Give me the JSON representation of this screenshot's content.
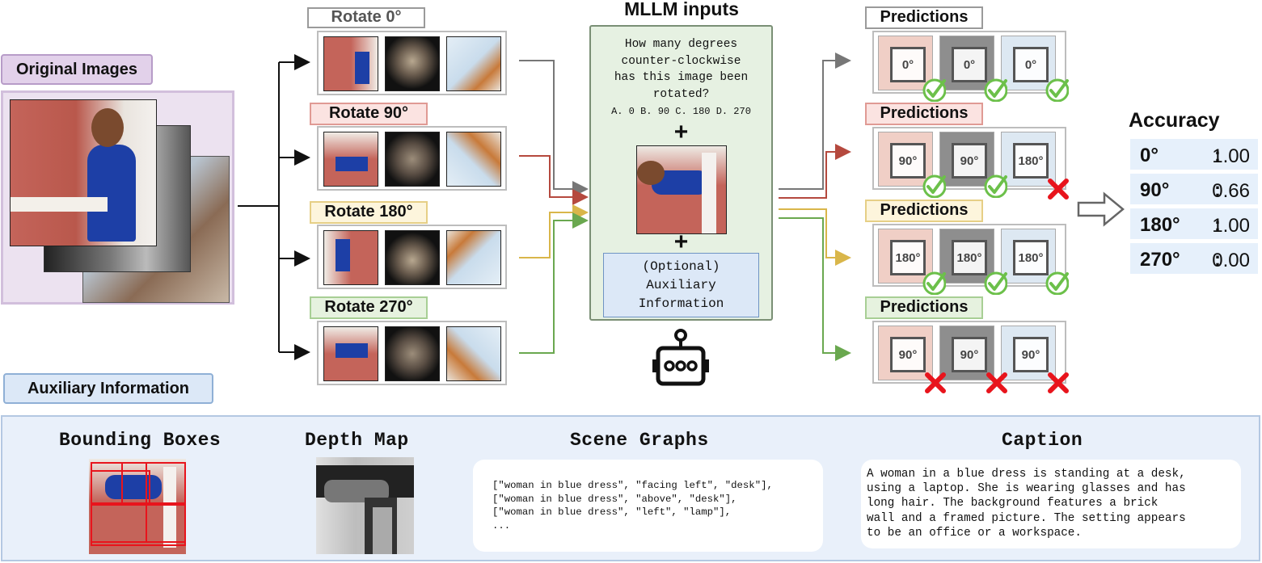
{
  "original_images_label": "Original Images",
  "auxiliary_info_label": "Auxiliary Information",
  "rotations": [
    {
      "label": "Rotate 0°",
      "bg": "#ffffff",
      "border": "#9a9a9a",
      "line_color": "#777777"
    },
    {
      "label": "Rotate 90°",
      "bg": "#fbe3e1",
      "border": "#e09a94",
      "line_color": "#b5493e"
    },
    {
      "label": "Rotate 180°",
      "bg": "#fdf5dc",
      "border": "#e6cf86",
      "line_color": "#d9b64a"
    },
    {
      "label": "Rotate 270°",
      "bg": "#e6f2df",
      "border": "#a8cf95",
      "line_color": "#6aa84f"
    }
  ],
  "mllm": {
    "title": "MLLM inputs",
    "question_lines": [
      "How many degrees",
      "counter-clockwise",
      "has this image been",
      "rotated?"
    ],
    "options": "A. 0 B. 90 C. 180 D. 270",
    "plus": "+",
    "aux_lines": [
      "(Optional)",
      "Auxiliary",
      "Information"
    ]
  },
  "predictions": [
    {
      "label": "Predictions",
      "values": [
        "0°",
        "0°",
        "0°"
      ],
      "correct": [
        true,
        true,
        true
      ]
    },
    {
      "label": "Predictions",
      "values": [
        "90°",
        "90°",
        "180°"
      ],
      "correct": [
        true,
        true,
        false
      ]
    },
    {
      "label": "Predictions",
      "values": [
        "180°",
        "180°",
        "180°"
      ],
      "correct": [
        true,
        true,
        true
      ]
    },
    {
      "label": "Predictions",
      "values": [
        "90°",
        "90°",
        "90°"
      ],
      "correct": [
        false,
        false,
        false
      ]
    }
  ],
  "accuracy": {
    "title": "Accuracy",
    "rows": [
      {
        "key": "0°",
        "sep": ":",
        "value": "1.00"
      },
      {
        "key": "90°",
        "sep": ":",
        "value": "0.66"
      },
      {
        "key": "180°",
        "sep": ":",
        "value": "1.00"
      },
      {
        "key": "270°",
        "sep": ":",
        "value": "0.00"
      }
    ]
  },
  "aux_panel": {
    "bounding_boxes_title": "Bounding Boxes",
    "depth_map_title": "Depth Map",
    "scene_graphs_title": "Scene Graphs",
    "scene_graph_lines": [
      "[\"woman in blue dress\", \"facing left\", \"desk\"],",
      "[\"woman in blue dress\", \"above\", \"desk\"],",
      "[\"woman in blue dress\", \"left\", \"lamp\"],",
      "..."
    ],
    "caption_title": "Caption",
    "caption_lines": [
      "A woman in a blue dress is standing at a desk,",
      "using a laptop. She is wearing glasses and has",
      "long hair. The background features a brick",
      "wall and a framed picture. The setting appears",
      "to be an office or a workspace."
    ]
  },
  "colors": {
    "original_bg": "#ece2f0",
    "original_border": "#c9b2d6",
    "mllm_bg": "#e6f1e2",
    "mllm_border": "#7a8f75",
    "aux_box_bg": "#dce8f7",
    "aux_panel_bg": "#e9f0fa",
    "check_green": "#6cc04a",
    "cross_red": "#e8141c"
  },
  "icons": {
    "robot": "robot-icon",
    "arrow": "hollow-right-arrow-icon",
    "check": "check-icon",
    "cross": "cross-icon"
  }
}
